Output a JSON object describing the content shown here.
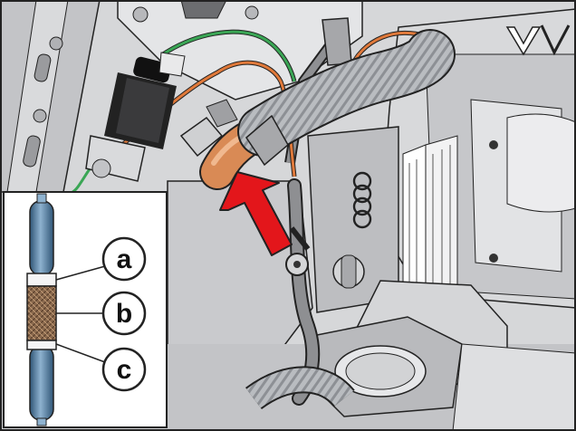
{
  "callouts": [
    {
      "letter": "a"
    },
    {
      "letter": "b"
    },
    {
      "letter": "c"
    }
  ],
  "colors": {
    "arrow": "#e3161b",
    "hose_copper": "#d98a55",
    "wire_green": "#3aa655",
    "wire_orange": "#e0793a",
    "engine_grey": "#cfd0d2",
    "tube_blue": "#6e93b5"
  },
  "icons": [
    "brand-logo-rings",
    "brand-logo-v",
    "pointer-arrow"
  ]
}
